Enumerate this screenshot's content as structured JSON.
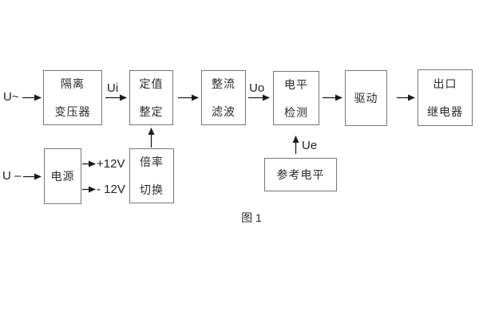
{
  "diagram": {
    "caption": "图 1",
    "colors": {
      "background": "#ffffff",
      "box_border": "#777777",
      "text": "#2b2b2b",
      "wire": "#1c1c1c"
    },
    "blocks": [
      {
        "id": "isolation-transformer",
        "lines": [
          "隔离",
          "变压器"
        ]
      },
      {
        "id": "setpoint-adjust",
        "lines": [
          "定值",
          "整定"
        ]
      },
      {
        "id": "rectifier-filter",
        "lines": [
          "整流",
          "滤波"
        ]
      },
      {
        "id": "level-detect",
        "lines": [
          "电平",
          "检测"
        ]
      },
      {
        "id": "driver",
        "lines": [
          "驱动"
        ]
      },
      {
        "id": "output-relay",
        "lines": [
          "出口",
          "继电器"
        ]
      },
      {
        "id": "power-supply",
        "lines": [
          "电源"
        ]
      },
      {
        "id": "ratio-switch",
        "lines": [
          "倍率",
          "切换"
        ]
      },
      {
        "id": "reference-level",
        "lines": [
          "参考电平"
        ]
      }
    ],
    "signals": {
      "u_ac": "U~",
      "u_dc": "U –",
      "ui": "Ui",
      "uo": "Uo",
      "ue": "Ue",
      "plus12v": "+12V",
      "minus12v": "- 12V"
    }
  }
}
